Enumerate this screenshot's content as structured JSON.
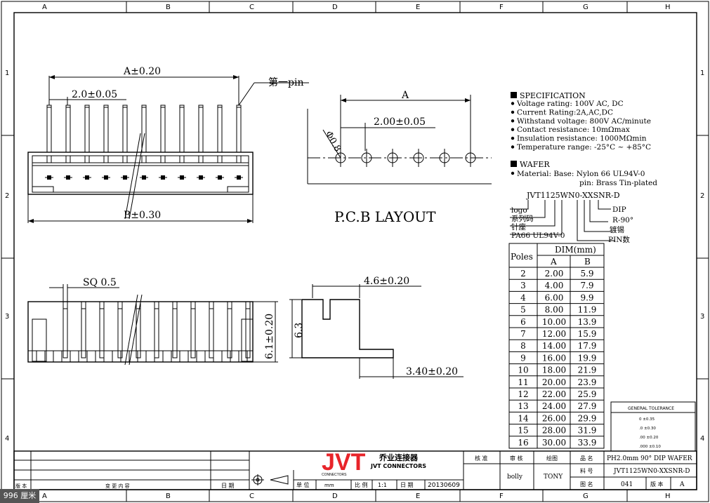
{
  "grid": {
    "cols": [
      "A",
      "B",
      "C",
      "D",
      "E",
      "F",
      "G",
      "H"
    ],
    "rows": [
      "1",
      "2",
      "3",
      "4"
    ]
  },
  "drawing": {
    "dim_a": "A±0.20",
    "pitch": "2.0±0.05",
    "first_pin": "第一pin",
    "dim_b": "B±0.30",
    "sq": "SQ 0.5",
    "h_61": "6.1±0.20",
    "w_46": "4.6±0.20",
    "h_63": "6.3",
    "w_34": "3.40±0.20",
    "pcb_a": "A",
    "pcb_pitch": "2.00±0.05",
    "pcb_hole": "Φ0.8",
    "pcb_title": "P.C.B LAYOUT"
  },
  "spec": {
    "title": "SPECIFICATION",
    "items": [
      "Voltage rating: 100V AC, DC",
      "Current Rating:2A,AC,DC",
      "Withstand voltage: 800V AC/minute",
      "Contact resistance: 10mΩmax",
      "Insulation resistance: 1000MΩmin",
      "Temperature range: -25°C ~ +85°C"
    ],
    "wafer_title": "WAFER",
    "material_1": "Material: Base: Nylon 66 UL94V-0",
    "material_2": "pin: Brass Tin-plated"
  },
  "partcode": {
    "code": "JVT1125WN0-XXSNR-D",
    "labels_left": [
      "logo",
      "系列码",
      "针座",
      "PA66 UL94V-0"
    ],
    "labels_right": [
      "DIP",
      "R-90°",
      "镀锡",
      "PIN数"
    ]
  },
  "dim_table": {
    "header_poles": "Poles",
    "header_dim": "DIM(mm)",
    "col_a": "A",
    "col_b": "B",
    "rows": [
      [
        "2",
        "2.00",
        "5.9"
      ],
      [
        "3",
        "4.00",
        "7.9"
      ],
      [
        "4",
        "6.00",
        "9.9"
      ],
      [
        "5",
        "8.00",
        "11.9"
      ],
      [
        "6",
        "10.00",
        "13.9"
      ],
      [
        "7",
        "12.00",
        "15.9"
      ],
      [
        "8",
        "14.00",
        "17.9"
      ],
      [
        "9",
        "16.00",
        "19.9"
      ],
      [
        "10",
        "18.00",
        "21.9"
      ],
      [
        "11",
        "20.00",
        "23.9"
      ],
      [
        "12",
        "22.00",
        "25.9"
      ],
      [
        "13",
        "24.00",
        "27.9"
      ],
      [
        "14",
        "26.00",
        "29.9"
      ],
      [
        "15",
        "28.00",
        "31.9"
      ],
      [
        "16",
        "30.00",
        "33.9"
      ]
    ]
  },
  "tolerance": {
    "title": "GENERAL TOLERANCE",
    "rows": [
      "0   ±0.35",
      ".0   ±0.30",
      ".00  ±0.20",
      ".000 ±0.10"
    ]
  },
  "title_block": {
    "brand": "JVT",
    "brand_sub": "CONNECTORS",
    "company_cn": "乔业连接器",
    "company_en": "JVT CONNECTORS",
    "check": "核 准",
    "review": "审 核",
    "draw": "绘图",
    "name_label": "品 名",
    "name_value": "PH2.0mm 90° DIP WAFER",
    "part_label": "料 号",
    "part_value": "JVT1125WN0-XXSNR-D",
    "dwg_label": "图 名",
    "dwg_value": "041",
    "ver_label": "版 本",
    "ver_value": "A",
    "reviewer": "bolly",
    "drawer": "TONY",
    "unit_label": "单 位",
    "unit_value": "mm",
    "scale_label": "比 例",
    "scale_value": "1:1",
    "date_label": "日 期",
    "date_value": "20130609",
    "rev_label": "版 本",
    "change_label": "变 更 内 容",
    "date2_label": "日 期"
  },
  "badge": "996 厘米"
}
